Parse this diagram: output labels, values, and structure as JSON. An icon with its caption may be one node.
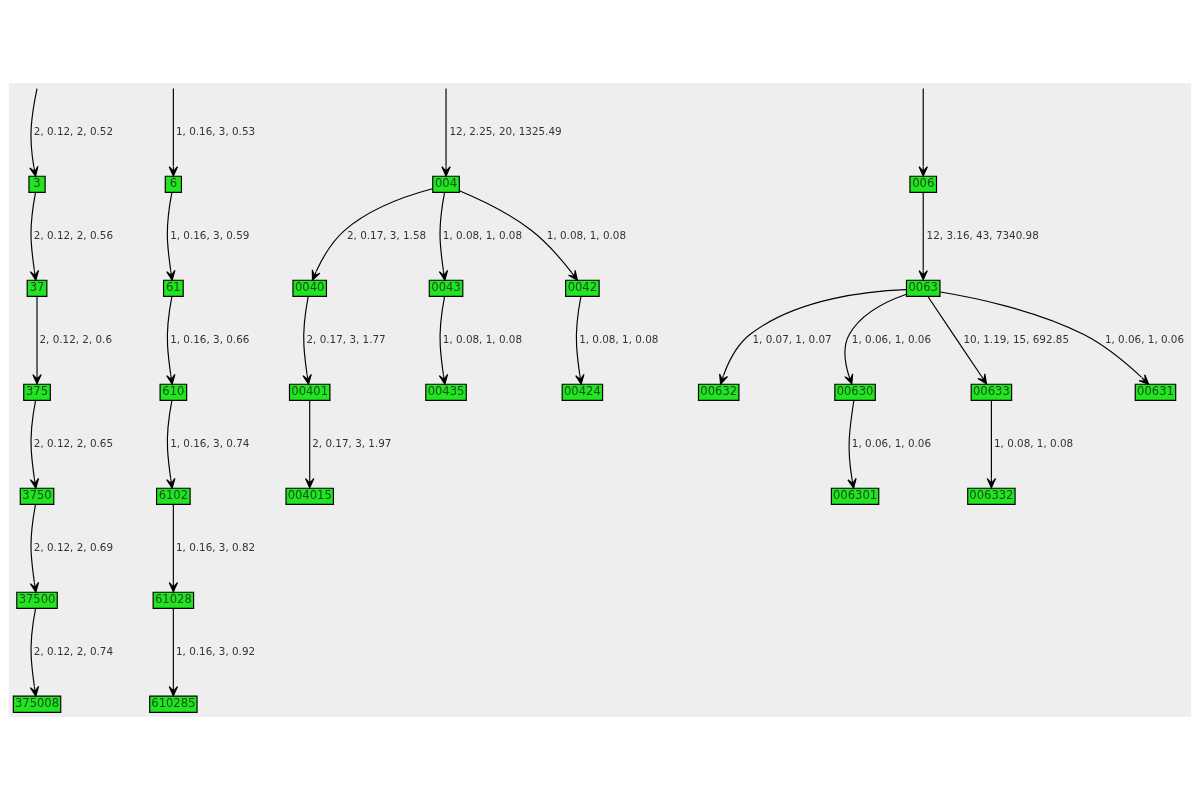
{
  "diagram": {
    "nodes": [
      {
        "text": [
          "3"
        ]
      },
      {
        "text": [
          "6"
        ]
      },
      {
        "text": [
          "37"
        ]
      },
      {
        "text": [
          "61"
        ]
      },
      {
        "text": [
          "375"
        ]
      },
      {
        "text": [
          "610"
        ]
      },
      {
        "text": [
          "004"
        ]
      },
      {
        "text": [
          "006"
        ]
      },
      {
        "text": [
          "3750"
        ]
      },
      {
        "text": [
          "6102"
        ]
      },
      {
        "text": [
          "0040"
        ]
      },
      {
        "text": [
          "0043"
        ]
      },
      {
        "text": [
          "0042"
        ]
      },
      {
        "text": [
          "0063"
        ]
      },
      {
        "text": [
          "37500"
        ]
      },
      {
        "text": [
          "61028"
        ]
      },
      {
        "text": [
          "00401"
        ]
      },
      {
        "text": [
          "00435"
        ]
      },
      {
        "text": [
          "00424"
        ]
      },
      {
        "text": [
          "00632"
        ]
      },
      {
        "text": [
          "00630"
        ]
      },
      {
        "text": [
          "00633"
        ]
      },
      {
        "text": [
          "00631"
        ]
      },
      {
        "text": [
          "375008"
        ]
      },
      {
        "text": [
          "610285"
        ]
      },
      {
        "text": [
          "004015"
        ]
      },
      {
        "text": [
          "006301"
        ]
      },
      {
        "text": [
          "006332"
        ]
      }
    ],
    "edges": [
      {
        "from": null,
        "to": 0,
        "arrow": "to",
        "label": "2, 0.12, 2, 0.52"
      },
      {
        "from": null,
        "to": 1,
        "arrow": "to",
        "label": "1, 0.16, 3, 0.53"
      },
      {
        "from": 0,
        "to": 2,
        "arrow": "to",
        "label": "2, 0.12, 2, 0.56"
      },
      {
        "from": 1,
        "to": 3,
        "arrow": "to",
        "label": "1, 0.16, 3, 0.59"
      },
      {
        "from": 2,
        "to": 4,
        "arrow": "to",
        "label": "2, 0.12, 2, 0.6"
      },
      {
        "from": 3,
        "to": 5,
        "arrow": "to",
        "label": "1, 0.16, 3, 0.66"
      },
      {
        "from": null,
        "to": 6,
        "arrow": "to",
        "label": "12, 2.25, 20, 1325.49"
      },
      {
        "from": null,
        "to": 7,
        "arrow": "to"
      },
      {
        "from": 4,
        "to": 8,
        "arrow": "to",
        "label": "2, 0.12, 2, 0.65"
      },
      {
        "from": 5,
        "to": 9,
        "arrow": "to",
        "label": "1, 0.16, 3, 0.74"
      },
      {
        "from": 6,
        "to": 10,
        "arrow": "to",
        "label": "2, 0.17, 3, 1.58"
      },
      {
        "from": 6,
        "to": 11,
        "arrow": "to",
        "label": "1, 0.08, 1, 0.08"
      },
      {
        "from": 6,
        "to": 12,
        "arrow": "to",
        "label": "1, 0.08, 1, 0.08"
      },
      {
        "from": 7,
        "to": 13,
        "arrow": "to",
        "label": "12, 3.16, 43, 7340.98"
      },
      {
        "from": 8,
        "to": 14,
        "arrow": "to",
        "label": "2, 0.12, 2, 0.69"
      },
      {
        "from": 9,
        "to": 15,
        "arrow": "to",
        "label": "1, 0.16, 3, 0.82"
      },
      {
        "from": 10,
        "to": 16,
        "arrow": "to",
        "label": "2, 0.17, 3, 1.77"
      },
      {
        "from": 11,
        "to": 17,
        "arrow": "to",
        "label": "1, 0.08, 1, 0.08"
      },
      {
        "from": 12,
        "to": 18,
        "arrow": "to",
        "label": "1, 0.08, 1, 0.08"
      },
      {
        "from": 13,
        "to": 19,
        "arrow": "to",
        "label": "1, 0.07, 1, 0.07"
      },
      {
        "from": 13,
        "to": 20,
        "arrow": "to",
        "label": "1, 0.06, 1, 0.06"
      },
      {
        "from": 13,
        "to": 21,
        "arrow": "to",
        "label": "10, 1.19, 15, 692.85"
      },
      {
        "from": 13,
        "to": 22,
        "arrow": "to",
        "label": "1, 0.06, 1, 0.06"
      },
      {
        "from": 14,
        "to": 23,
        "arrow": "to",
        "label": "2, 0.12, 2, 0.74"
      },
      {
        "from": 15,
        "to": 24,
        "arrow": "to",
        "label": "1, 0.16, 3, 0.92"
      },
      {
        "from": 16,
        "to": 25,
        "arrow": "to",
        "label": "2, 0.17, 3, 1.97"
      },
      {
        "from": 20,
        "to": 26,
        "arrow": "to",
        "label": "1, 0.06, 1, 0.06"
      },
      {
        "from": 21,
        "to": 27,
        "arrow": "to",
        "label": "1, 0.08, 1, 0.08"
      }
    ]
  }
}
